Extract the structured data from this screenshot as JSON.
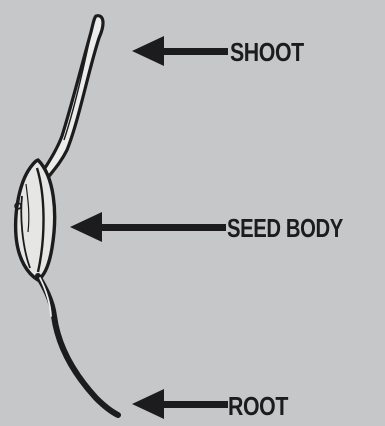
{
  "labels": {
    "shoot": "SHOOT",
    "seed_body": "SEED BODY",
    "root": "ROOT"
  },
  "colors": {
    "background": "#c6c7c9",
    "ink": "#1c1c1e",
    "seed_fill": "#e6e6e4"
  }
}
